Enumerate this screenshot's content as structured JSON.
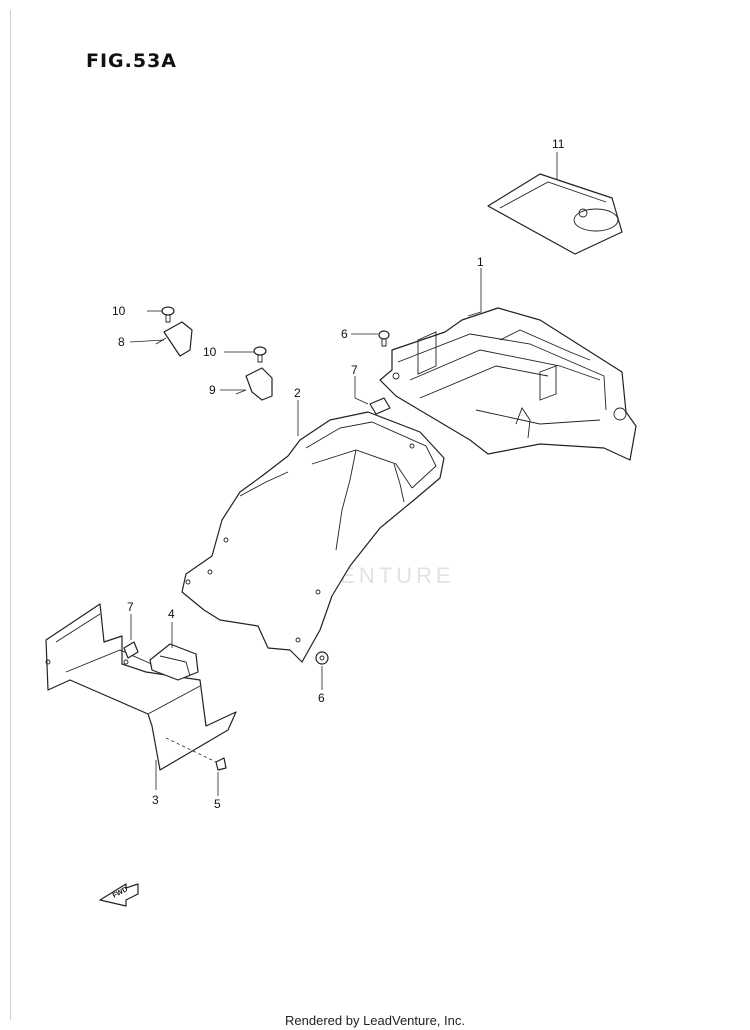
{
  "figure": {
    "title": "FIG.53A"
  },
  "watermark": {
    "text": "LEADVENTURE"
  },
  "footer": {
    "text": "Rendered by LeadVenture, Inc."
  },
  "fwd_arrow": {
    "label": "FWD"
  },
  "callouts": {
    "c1": "1",
    "c2": "2",
    "c3": "3",
    "c4": "4",
    "c5": "5",
    "c6a": "6",
    "c6b": "6",
    "c7a": "7",
    "c7b": "7",
    "c8": "8",
    "c9": "9",
    "c10a": "10",
    "c10b": "10",
    "c11": "11"
  }
}
